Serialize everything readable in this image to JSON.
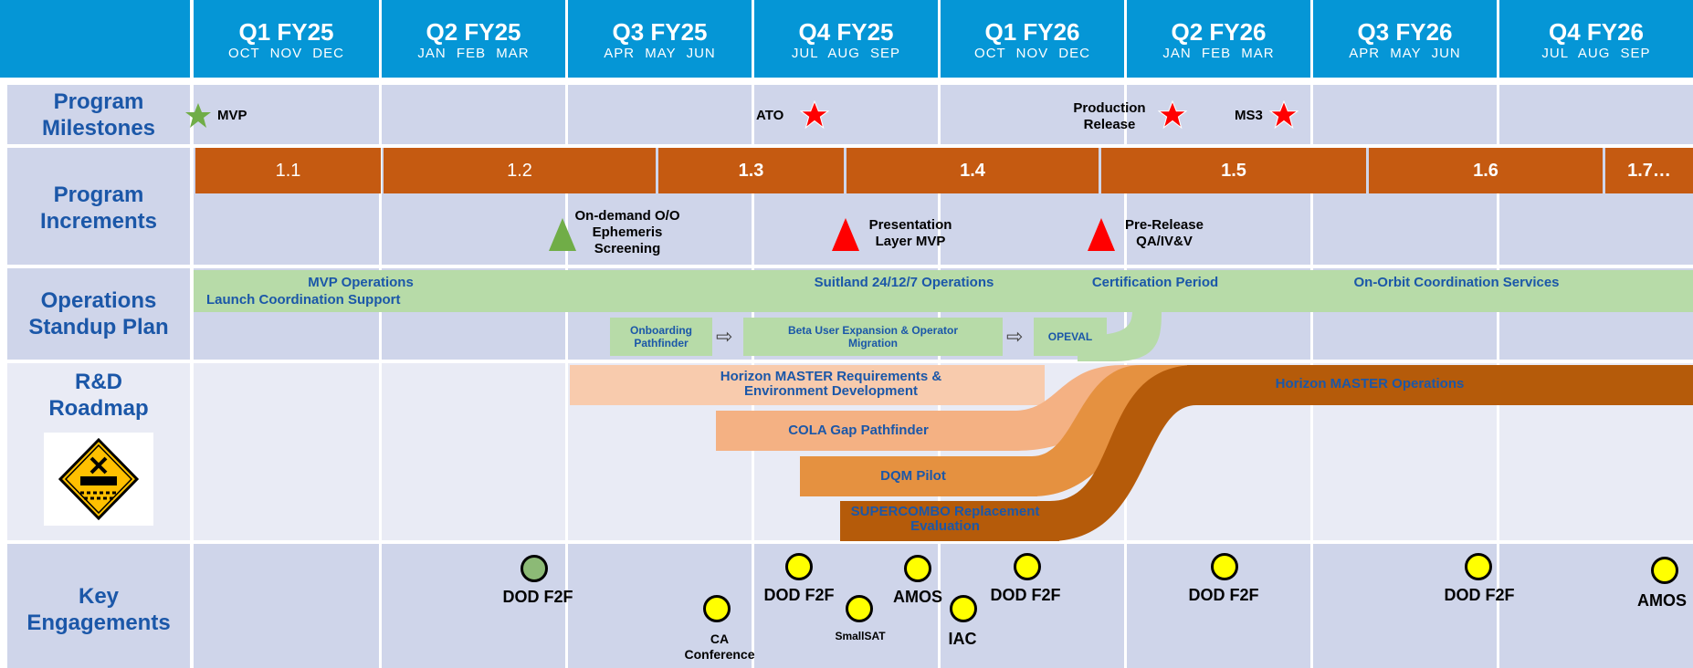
{
  "quarters": [
    {
      "q": "Q1 FY25",
      "m": "OCT  NOV  DEC"
    },
    {
      "q": "Q2 FY25",
      "m": "JAN  FEB  MAR"
    },
    {
      "q": "Q3 FY25",
      "m": "APR  MAY  JUN"
    },
    {
      "q": "Q4 FY25",
      "m": "JUL  AUG  SEP"
    },
    {
      "q": "Q1 FY26",
      "m": "OCT  NOV  DEC"
    },
    {
      "q": "Q2 FY26",
      "m": "JAN  FEB  MAR"
    },
    {
      "q": "Q3 FY26",
      "m": "APR  MAY  JUN"
    },
    {
      "q": "Q4 FY26",
      "m": "JUL  AUG  SEP"
    }
  ],
  "rows": {
    "milestones": "Program Milestones",
    "increments": "Program Increments",
    "ops": "Operations Standup Plan",
    "rd": "R&D Roadmap",
    "engage": "Key Engagements"
  },
  "milestones": {
    "mvp": "MVP",
    "ato": "ATO",
    "prod": "Production Release",
    "ms3": "MS3"
  },
  "increments": [
    "1.1",
    "1.2",
    "1.3",
    "1.4",
    "1.5",
    "1.6",
    "1.7…"
  ],
  "increment_events": {
    "a": "On-demand O/O Ephemeris Screening",
    "b": "Presentation Layer MVP",
    "c": "Pre-Release QA/IV&V"
  },
  "ops": {
    "mvp_ops": "MVP Operations",
    "launch": "Launch Coordination Support",
    "suitland": "Suitland 24/12/7 Operations",
    "cert": "Certification Period",
    "onorbit": "On-Orbit Coordination Services",
    "onboard": "Onboarding Pathfinder",
    "beta": "Beta User Expansion & Operator Migration",
    "opeval": "OPEVAL"
  },
  "rd": {
    "req": "Horizon MASTER Requirements & Environment Development",
    "cola": "COLA Gap Pathfinder",
    "dqm": "DQM Pilot",
    "super": "SUPERCOMBO Replacement Evaluation",
    "ops": "Horizon MASTER Operations",
    "sign": "UNDER CONSTRUCTION"
  },
  "engagements": {
    "dod1": "DOD F2F",
    "ca": "CA Conference",
    "dod2": "DOD F2F",
    "smallsat": "SmallSAT",
    "amos1": "AMOS",
    "iac": "IAC",
    "dod3": "DOD F2F",
    "dod4": "DOD F2F",
    "dod5": "DOD F2F",
    "amos2": "AMOS"
  },
  "colors": {
    "header": "#0596d6",
    "increment": "#c55a11",
    "ops": "#b7dba8",
    "label": "#1b57a8",
    "star": "#ff0000",
    "dot": "#ffff00"
  }
}
